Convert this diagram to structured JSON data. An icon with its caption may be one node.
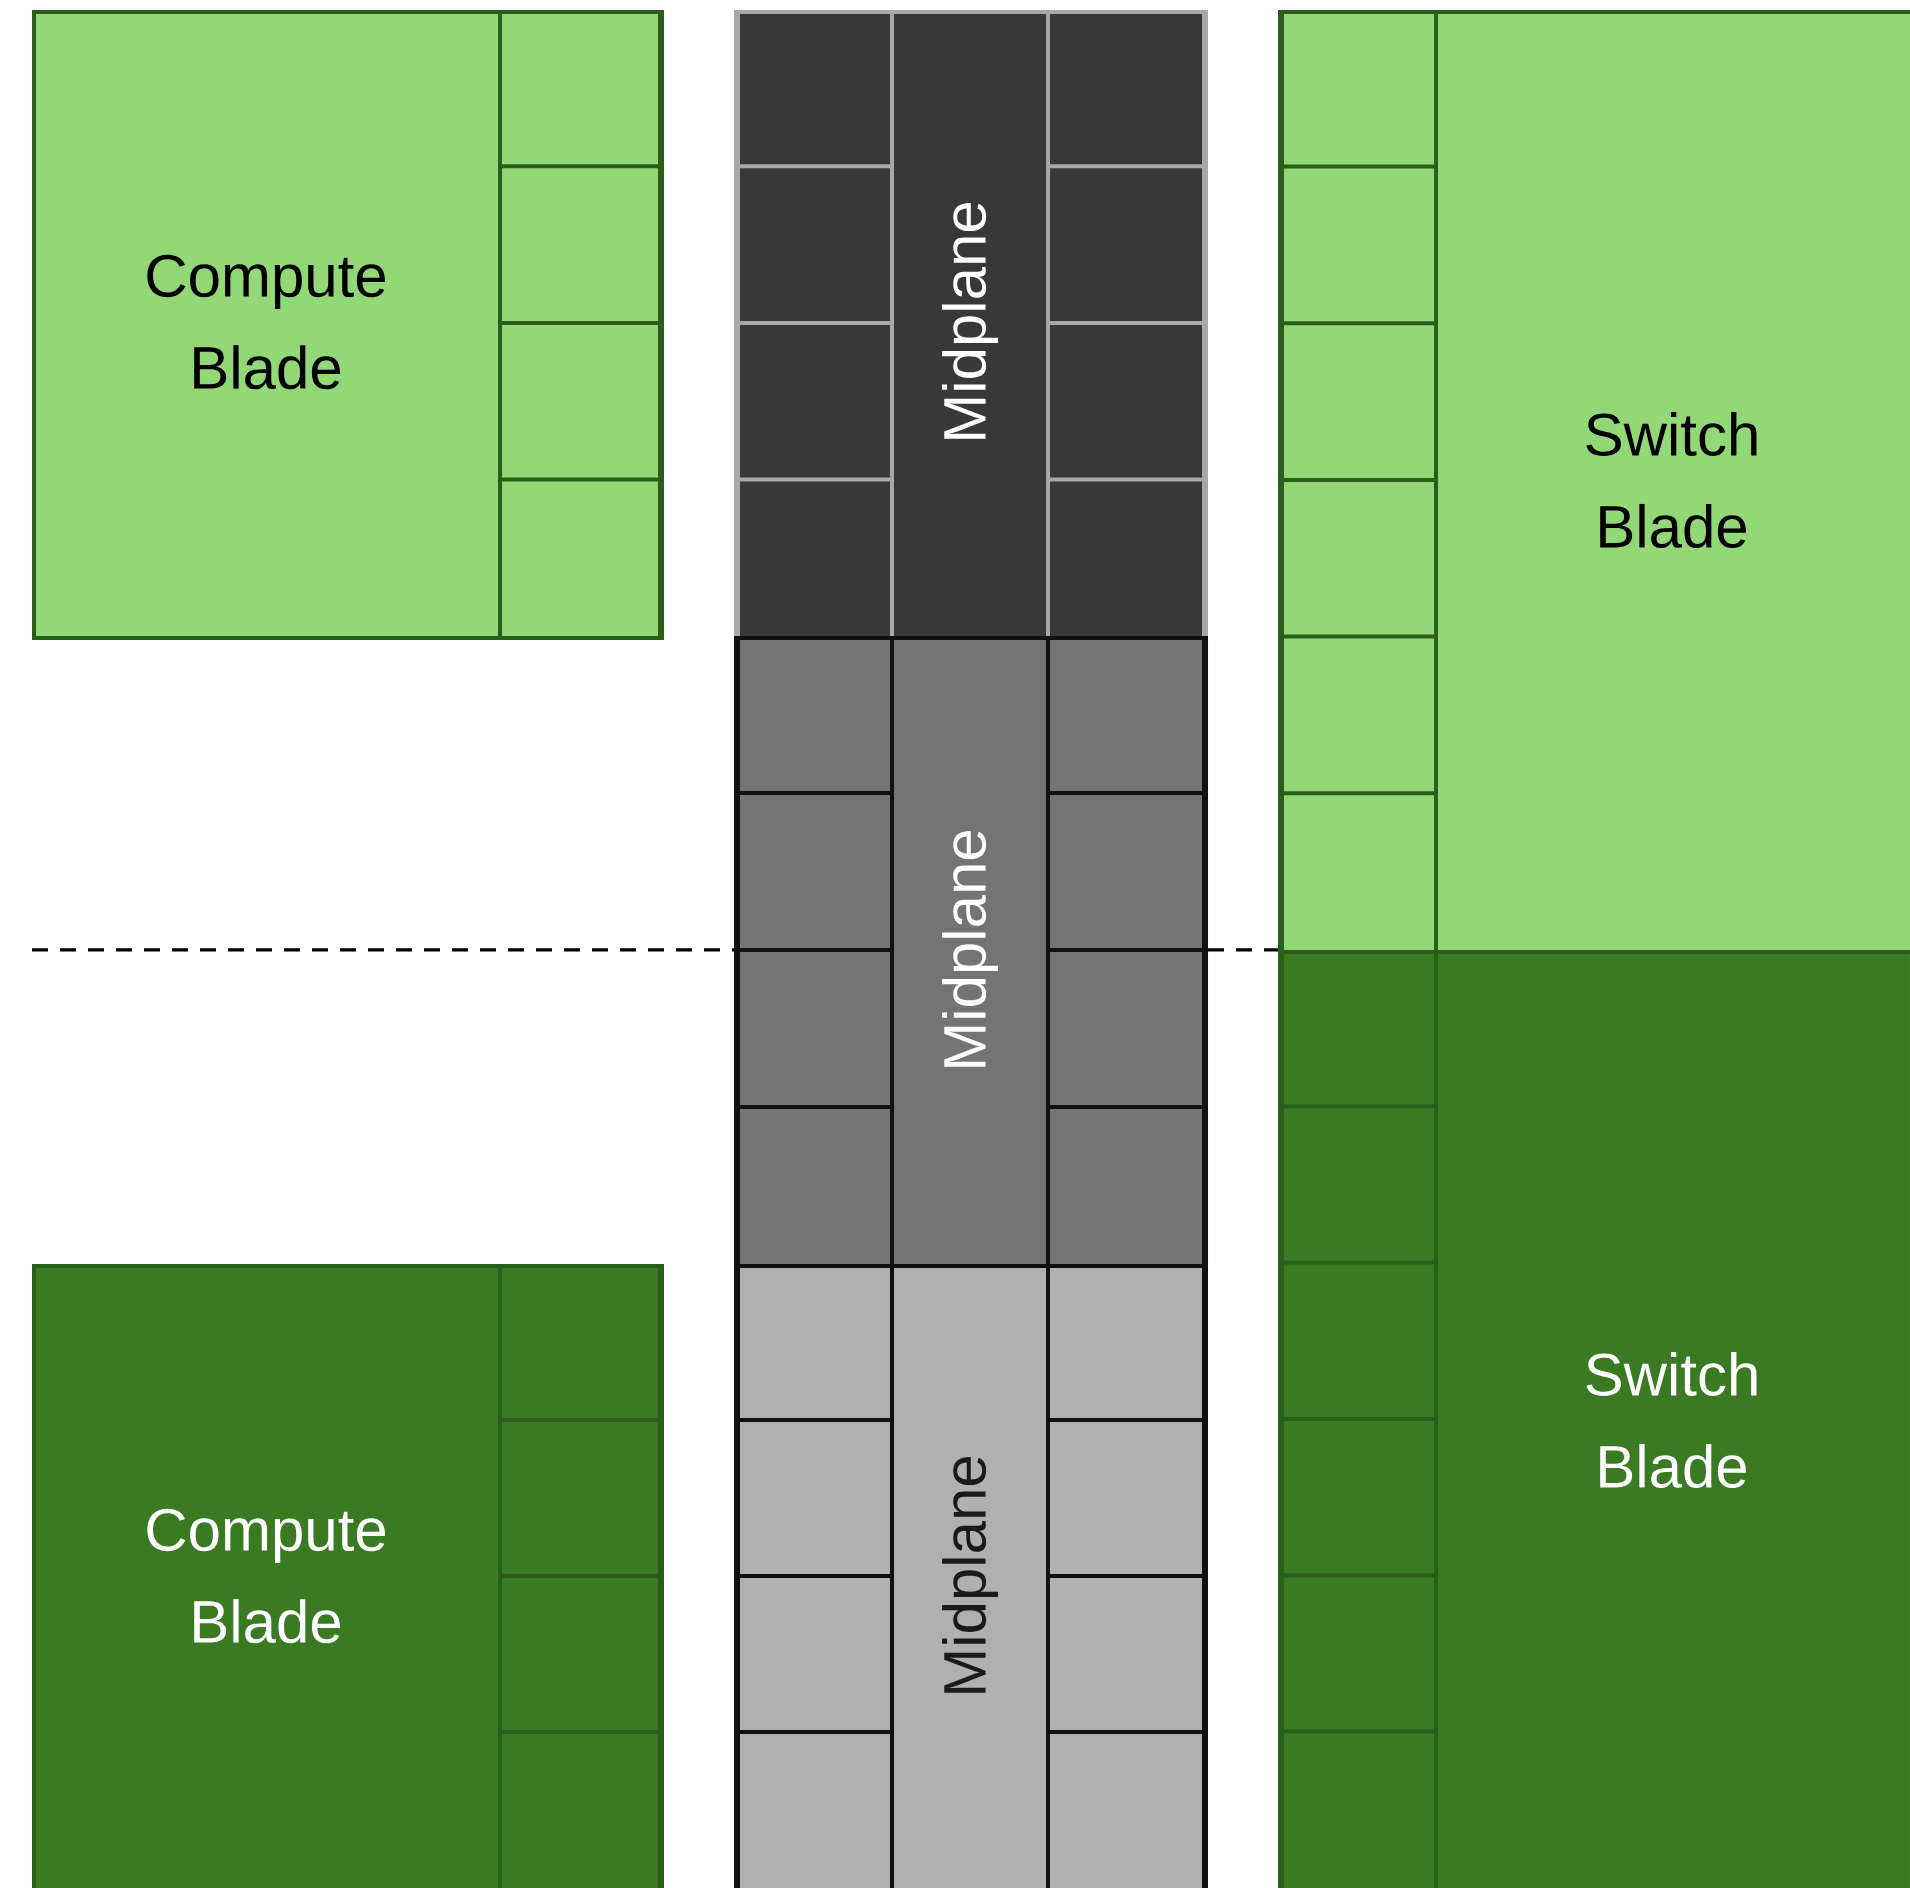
{
  "diagram": {
    "nodes": [
      {
        "text": [
          "Compute Blade"
        ]
      },
      {
        "text": [
          "Midplane"
        ]
      },
      {
        "text": [
          "Switch Blade"
        ]
      },
      {
        "text": [
          "Midplane"
        ]
      },
      {
        "text": [
          "Switch Blade"
        ]
      },
      {
        "text": [
          "Compute Blade"
        ]
      },
      {
        "text": [
          "Midplane"
        ]
      }
    ],
    "edges": []
  }
}
